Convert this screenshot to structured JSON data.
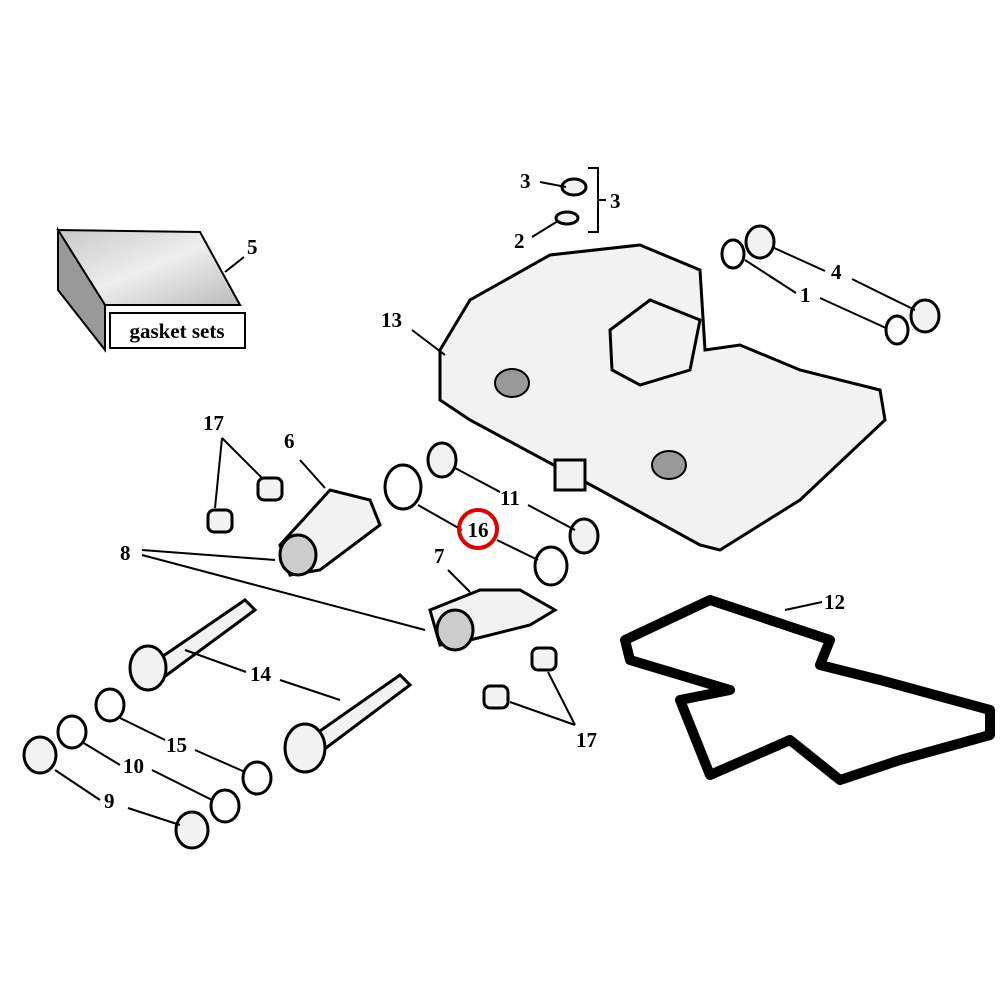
{
  "diagram": {
    "highlight_color": "#e00000",
    "highlighted_callout": "16",
    "gasket_box_label": "gasket sets",
    "callouts": {
      "c3a": "3",
      "c3b": "3",
      "c2": "2",
      "c5": "5",
      "c4": "4",
      "c1": "1",
      "c13": "13",
      "c17a": "17",
      "c6": "6",
      "c11": "11",
      "c16": "16",
      "c8": "8",
      "c7": "7",
      "c12": "12",
      "c14": "14",
      "c15": "15",
      "c10": "10",
      "c9": "9",
      "c17b": "17"
    }
  }
}
